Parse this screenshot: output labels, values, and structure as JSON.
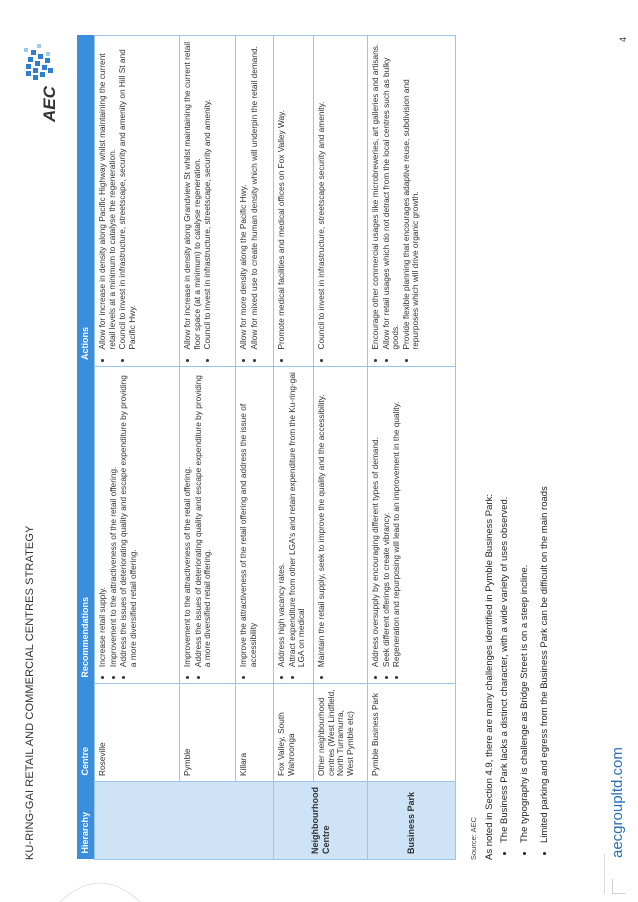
{
  "header": {
    "title": "KU-RING-GAI RETAIL AND COMMERCIAL CENTRES STRATEGY",
    "logo_text": "AEC"
  },
  "table": {
    "columns": [
      "Hierarchy",
      "Centre",
      "Recommendations",
      "Actions"
    ],
    "rows": [
      {
        "hierarchy": "",
        "centre": "Roseville",
        "recommendations": [
          "Increase retail supply.",
          "Improvement to the attractiveness of the retail offering.",
          "Address the issues of deteriorating quality and escape expenditure by providing a more diversified retail offering."
        ],
        "actions": [
          "Allow for increase in density along Pacific Highway whilst maintaining the current retail levels at a minimum to catalyse the regeneration.",
          "Council to invest in infrastructure, streetscape, security and amenity on Hill St and Pacific Hwy."
        ]
      },
      {
        "hierarchy": "",
        "centre": "Pymble",
        "recommendations": [
          "Improvement to the attractiveness of the retail offering.",
          "Address the issues of deteriorating quality and escape expenditure by providing a more diversified retail offering."
        ],
        "actions": [
          "Allow for increase in density along Grandview St whilst maintaining the current retail floor space (at a minimum) to catalyse regeneration.",
          "Council to invest in infrastructure, streetscape, security and amenity."
        ]
      },
      {
        "hierarchy": "",
        "centre": "Killara",
        "recommendations": [
          "Improve the attractiveness of the retail offering and address the issue of accessibility"
        ],
        "actions": [
          "Allow for more density along the Pacific Hwy.",
          "Allow for mixed use to create human density which will underpin the retail demand."
        ]
      },
      {
        "hierarchy": "Neighbourhood Centre",
        "centre": "Fox Valley, South Wahroonga",
        "recommendations": [
          "Address high vacancy rates.",
          "Attract expenditure from other LGA's and retain expenditure from the Ku-ring-gai LGA on medical"
        ],
        "actions": [
          "Promote medical facilities and medical offices on Fox Valley Way."
        ]
      },
      {
        "hierarchy": "",
        "centre": "Other neighbourhood centres (West Lindfield, North Turramurra, West Pymble etc)",
        "recommendations": [
          "Maintain the retail supply, seek to improve the quality and the accessibility."
        ],
        "actions": [
          "Council to invest in infrastructure, streetscape security and amenity."
        ]
      },
      {
        "hierarchy": "Business Park",
        "centre": "Pymble Business Park",
        "recommendations": [
          "Address oversupply by encouraging different types of demand.",
          "Seek different offerings to create vibrancy.",
          "Regeneration and repurposing will lead to an improvement in the quality."
        ],
        "actions": [
          "Encourage other commercial usages like microbreweries, art galleries and artisans.",
          "Allow for retail usages which do not detract from the local centres such as bulky goods.",
          "Provide flexible planning that encourages adaptive reuse, subdivision and repurposes which will drive organic growth."
        ]
      }
    ]
  },
  "source": "Source: AEC",
  "intro": "As noted in Section 4.9, there are many challenges identified in Pymble Business Park:",
  "challenges": [
    "The Business Park lacks a distinct character, with a wide variety of uses observed.",
    "The typography is challenge as Bridge Street is on a steep incline.",
    "Limited parking and egress from the Business Park can be difficult on the main roads"
  ],
  "footer": {
    "link": "aecgroupltd.com",
    "page_number": "4"
  },
  "colors": {
    "header_blue": "#3B8EDB",
    "hierarchy_fill": "#cfe3f6",
    "border": "#9cc3ea",
    "link": "#2a6fb6"
  }
}
